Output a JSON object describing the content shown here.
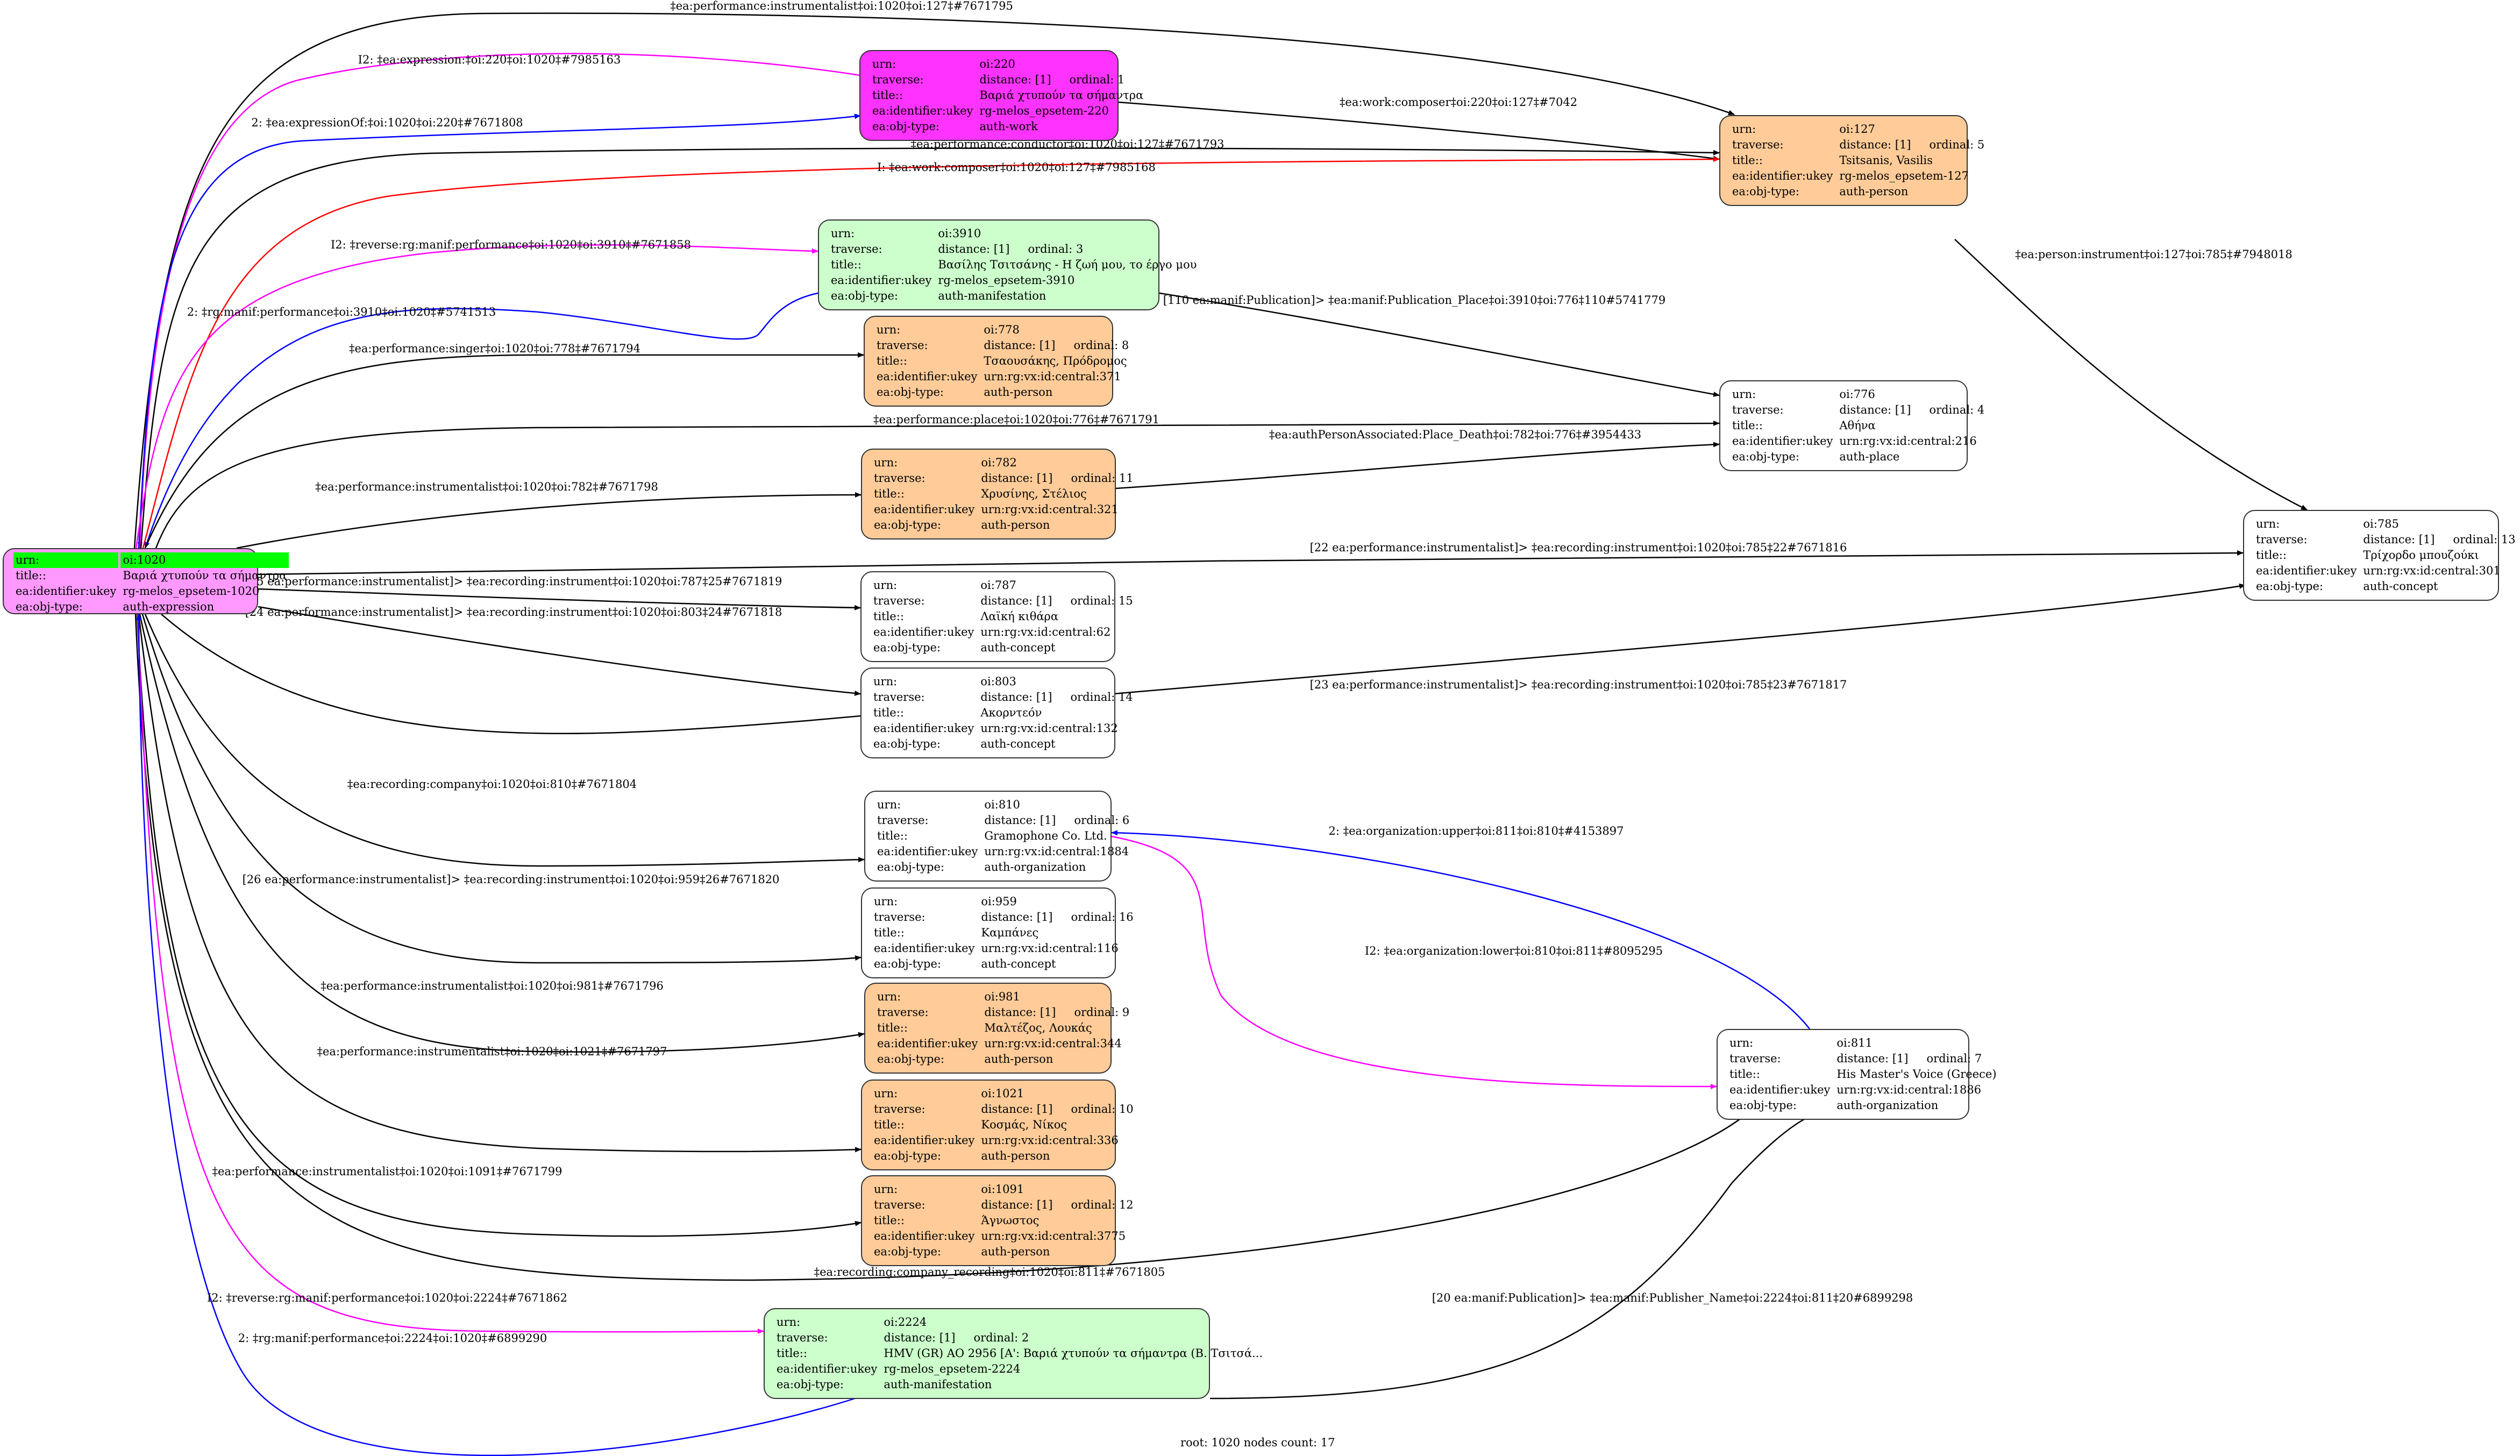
{
  "graph": {
    "footer": "root: 1020 nodes count: 17",
    "row_keys": {
      "urn": "urn:",
      "traverse": "traverse:",
      "title": "title::",
      "ukey": "ea:identifier:ukey",
      "type": "ea:obj-type:"
    },
    "colors": {
      "expression": "#ff99ff",
      "work": "#ff33ff",
      "person": "#ffcc99",
      "manifestation": "#ccffcc",
      "concept_place_org": "#ffffff",
      "root_highlight": "#00ff00",
      "edge_black": "#000000",
      "edge_blue": "#0000ff",
      "edge_magenta": "#ff00ff",
      "edge_red": "#ff0000"
    },
    "nodes": {
      "n1020": {
        "urn": "oi:1020",
        "title": "Βαριά χτυπούν τα σήμαντρα",
        "ukey": "rg-melos_epsetem-1020",
        "type": "auth-expression"
      },
      "n220": {
        "urn": "oi:220",
        "distance": "distance: [1]",
        "ordinal": "ordinal: 1",
        "title": "Βαριά χτυπούν τα σήμαντρα",
        "ukey": "rg-melos_epsetem-220",
        "type": "auth-work"
      },
      "n127": {
        "urn": "oi:127",
        "distance": "distance: [1]",
        "ordinal": "ordinal: 5",
        "title": "Tsitsanis, Vasilis",
        "ukey": "rg-melos_epsetem-127",
        "type": "auth-person"
      },
      "n3910": {
        "urn": "oi:3910",
        "distance": "distance: [1]",
        "ordinal": "ordinal: 3",
        "title": "Βασίλης Τσιτσάνης - Η ζωή μου, το έργο μου",
        "ukey": "rg-melos_epsetem-3910",
        "type": "auth-manifestation"
      },
      "n778": {
        "urn": "oi:778",
        "distance": "distance: [1]",
        "ordinal": "ordinal: 8",
        "title": "Τσαουσάκης, Πρόδρομος",
        "ukey": "urn:rg:vx:id:central:371",
        "type": "auth-person"
      },
      "n776": {
        "urn": "oi:776",
        "distance": "distance: [1]",
        "ordinal": "ordinal: 4",
        "title": "Αθήνα",
        "ukey": "urn:rg:vx:id:central:216",
        "type": "auth-place"
      },
      "n782": {
        "urn": "oi:782",
        "distance": "distance: [1]",
        "ordinal": "ordinal: 11",
        "title": "Χρυσίνης, Στέλιος",
        "ukey": "urn:rg:vx:id:central:321",
        "type": "auth-person"
      },
      "n785": {
        "urn": "oi:785",
        "distance": "distance: [1]",
        "ordinal": "ordinal: 13",
        "title": "Τρίχορδο μπουζούκι",
        "ukey": "urn:rg:vx:id:central:301",
        "type": "auth-concept"
      },
      "n787": {
        "urn": "oi:787",
        "distance": "distance: [1]",
        "ordinal": "ordinal: 15",
        "title": "Λαϊκή κιθάρα",
        "ukey": "urn:rg:vx:id:central:62",
        "type": "auth-concept"
      },
      "n803": {
        "urn": "oi:803",
        "distance": "distance: [1]",
        "ordinal": "ordinal: 14",
        "title": "Ακορντεόν",
        "ukey": "urn:rg:vx:id:central:132",
        "type": "auth-concept"
      },
      "n810": {
        "urn": "oi:810",
        "distance": "distance: [1]",
        "ordinal": "ordinal: 6",
        "title": "Gramophone Co. Ltd.",
        "ukey": "urn:rg:vx:id:central:1884",
        "type": "auth-organization"
      },
      "n959": {
        "urn": "oi:959",
        "distance": "distance: [1]",
        "ordinal": "ordinal: 16",
        "title": "Καμπάνες",
        "ukey": "urn:rg:vx:id:central:116",
        "type": "auth-concept"
      },
      "n981": {
        "urn": "oi:981",
        "distance": "distance: [1]",
        "ordinal": "ordinal: 9",
        "title": "Μαλτέζος, Λουκάς",
        "ukey": "urn:rg:vx:id:central:344",
        "type": "auth-person"
      },
      "n1021": {
        "urn": "oi:1021",
        "distance": "distance: [1]",
        "ordinal": "ordinal: 10",
        "title": "Κοσμάς, Νίκος",
        "ukey": "urn:rg:vx:id:central:336",
        "type": "auth-person"
      },
      "n1091": {
        "urn": "oi:1091",
        "distance": "distance: [1]",
        "ordinal": "ordinal: 12",
        "title": "Άγνωστος",
        "ukey": "urn:rg:vx:id:central:3775",
        "type": "auth-person"
      },
      "n811": {
        "urn": "oi:811",
        "distance": "distance: [1]",
        "ordinal": "ordinal: 7",
        "title": "His Master's Voice (Greece)",
        "ukey": "urn:rg:vx:id:central:1886",
        "type": "auth-organization"
      },
      "n2224": {
        "urn": "oi:2224",
        "distance": "distance: [1]",
        "ordinal": "ordinal: 2",
        "title": "HMV (GR) AO 2956 [A': Βαριά χτυπούν τα σήμαντρα (Β. Τσιτσά...",
        "ukey": "rg-melos_epsetem-2224",
        "type": "auth-manifestation"
      }
    },
    "edges": [
      {
        "from": "oi:1020",
        "to": "oi:127",
        "color": "black",
        "label": "‡ea:performance:instrumentalist‡oi:1020‡oi:127‡#7671795"
      },
      {
        "from": "oi:220",
        "to": "oi:1020",
        "color": "magenta",
        "label": "I2: ‡ea:expression:‡oi:220‡oi:1020‡#7985163"
      },
      {
        "from": "oi:1020",
        "to": "oi:220",
        "color": "blue",
        "label": "2: ‡ea:expressionOf:‡oi:1020‡oi:220‡#7671808"
      },
      {
        "from": "oi:220",
        "to": "oi:127",
        "color": "black",
        "label": "‡ea:work:composer‡oi:220‡oi:127‡#7042"
      },
      {
        "from": "oi:1020",
        "to": "oi:127",
        "color": "black",
        "label": "‡ea:performance:conductor‡oi:1020‡oi:127‡#7671793"
      },
      {
        "from": "oi:1020",
        "to": "oi:127",
        "color": "red",
        "label": "I: ‡ea:work:composer‡oi:1020‡oi:127‡#7985168"
      },
      {
        "from": "oi:1020",
        "to": "oi:3910",
        "color": "magenta",
        "label": "I2: ‡reverse:rg:manif:performance‡oi:1020‡oi:3910‡#7671858"
      },
      {
        "from": "oi:3910",
        "to": "oi:1020",
        "color": "blue",
        "label": "2: ‡rg:manif:performance‡oi:3910‡oi:1020‡#5741513"
      },
      {
        "from": "oi:127",
        "to": "oi:785",
        "color": "black",
        "label": "‡ea:person:instrument‡oi:127‡oi:785‡#7948018"
      },
      {
        "from": "oi:3910",
        "to": "oi:776",
        "color": "black",
        "label": "[110 ea:manif:Publication]> ‡ea:manif:Publication_Place‡oi:3910‡oi:776‡110#5741779"
      },
      {
        "from": "oi:1020",
        "to": "oi:778",
        "color": "black",
        "label": "‡ea:performance:singer‡oi:1020‡oi:778‡#7671794"
      },
      {
        "from": "oi:1020",
        "to": "oi:776",
        "color": "black",
        "label": "‡ea:performance:place‡oi:1020‡oi:776‡#7671791"
      },
      {
        "from": "oi:782",
        "to": "oi:776",
        "color": "black",
        "label": "‡ea:authPersonAssociated:Place_Death‡oi:782‡oi:776‡#3954433"
      },
      {
        "from": "oi:1020",
        "to": "oi:782",
        "color": "black",
        "label": "‡ea:performance:instrumentalist‡oi:1020‡oi:782‡#7671798"
      },
      {
        "from": "oi:1020",
        "to": "oi:785",
        "color": "black",
        "label": "[22 ea:performance:instrumentalist]> ‡ea:recording:instrument‡oi:1020‡oi:785‡22#7671816"
      },
      {
        "from": "oi:1020",
        "to": "oi:787",
        "color": "black",
        "label": "[25 ea:performance:instrumentalist]> ‡ea:recording:instrument‡oi:1020‡oi:787‡25#7671819"
      },
      {
        "from": "oi:1020",
        "to": "oi:803",
        "color": "black",
        "label": "[24 ea:performance:instrumentalist]> ‡ea:recording:instrument‡oi:1020‡oi:803‡24#7671818"
      },
      {
        "from": "oi:1020",
        "to": "oi:785",
        "color": "black",
        "label": "[23 ea:performance:instrumentalist]> ‡ea:recording:instrument‡oi:1020‡oi:785‡23#7671817"
      },
      {
        "from": "oi:1020",
        "to": "oi:810",
        "color": "black",
        "label": "‡ea:recording:company‡oi:1020‡oi:810‡#7671804"
      },
      {
        "from": "oi:811",
        "to": "oi:810",
        "color": "blue",
        "label": "2: ‡ea:organization:upper‡oi:811‡oi:810‡#4153897"
      },
      {
        "from": "oi:1020",
        "to": "oi:959",
        "color": "black",
        "label": "[26 ea:performance:instrumentalist]> ‡ea:recording:instrument‡oi:1020‡oi:959‡26#7671820"
      },
      {
        "from": "oi:810",
        "to": "oi:811",
        "color": "magenta",
        "label": "I2: ‡ea:organization:lower‡oi:810‡oi:811‡#8095295"
      },
      {
        "from": "oi:1020",
        "to": "oi:981",
        "color": "black",
        "label": "‡ea:performance:instrumentalist‡oi:1020‡oi:981‡#7671796"
      },
      {
        "from": "oi:1020",
        "to": "oi:1021",
        "color": "black",
        "label": "‡ea:performance:instrumentalist‡oi:1020‡oi:1021‡#7671797"
      },
      {
        "from": "oi:1020",
        "to": "oi:1091",
        "color": "black",
        "label": "‡ea:performance:instrumentalist‡oi:1020‡oi:1091‡#7671799"
      },
      {
        "from": "oi:1020",
        "to": "oi:811",
        "color": "black",
        "label": "‡ea:recording:company_recording‡oi:1020‡oi:811‡#7671805"
      },
      {
        "from": "oi:1020",
        "to": "oi:2224",
        "color": "magenta",
        "label": "I2: ‡reverse:rg:manif:performance‡oi:1020‡oi:2224‡#7671862"
      },
      {
        "from": "oi:2224",
        "to": "oi:811",
        "color": "black",
        "label": "[20 ea:manif:Publication]> ‡ea:manif:Publisher_Name‡oi:2224‡oi:811‡20#6899298"
      },
      {
        "from": "oi:2224",
        "to": "oi:1020",
        "color": "blue",
        "label": "2: ‡rg:manif:performance‡oi:2224‡oi:1020‡#6899290"
      }
    ]
  }
}
